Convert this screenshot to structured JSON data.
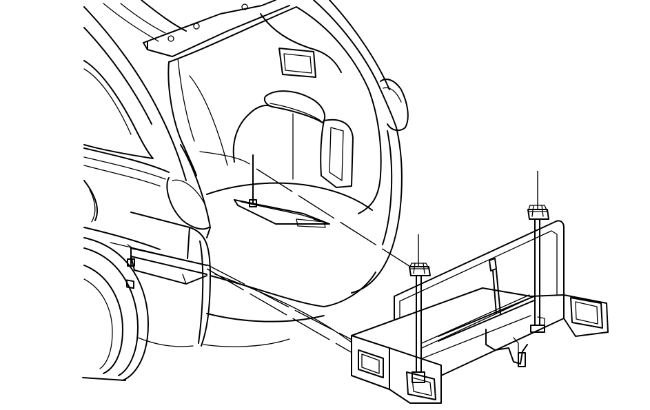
{
  "diagram": {
    "style": "black line art on white",
    "stroke_color": "#000000",
    "background_color": "#ffffff",
    "parts": [
      "vehicle-rear",
      "liftgate-opening",
      "cargo-floor-mount",
      "spare-tire-carrier",
      "mounting-bolts",
      "leader-lines"
    ]
  }
}
